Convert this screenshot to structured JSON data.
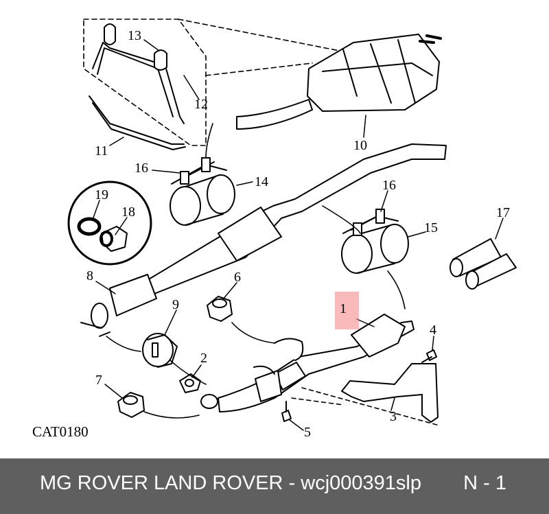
{
  "diagram": {
    "catalog_code": "CAT0180",
    "callouts": [
      {
        "label": "1"
      },
      {
        "label": "2"
      },
      {
        "label": "3"
      },
      {
        "label": "4"
      },
      {
        "label": "5"
      },
      {
        "label": "6"
      },
      {
        "label": "7"
      },
      {
        "label": "8"
      },
      {
        "label": "9"
      },
      {
        "label": "10"
      },
      {
        "label": "11"
      },
      {
        "label": "12"
      },
      {
        "label": "13"
      },
      {
        "label": "14"
      },
      {
        "label": "15"
      },
      {
        "label": "16"
      },
      {
        "label": "16"
      },
      {
        "label": "17"
      },
      {
        "label": "18"
      },
      {
        "label": "19"
      }
    ],
    "highlight_color": "#f08080"
  },
  "footer": {
    "title": "MG ROVER LAND ROVER - wcj000391slp",
    "page": "N - 1",
    "background": "#5f5f5f",
    "text_color": "#ffffff"
  }
}
